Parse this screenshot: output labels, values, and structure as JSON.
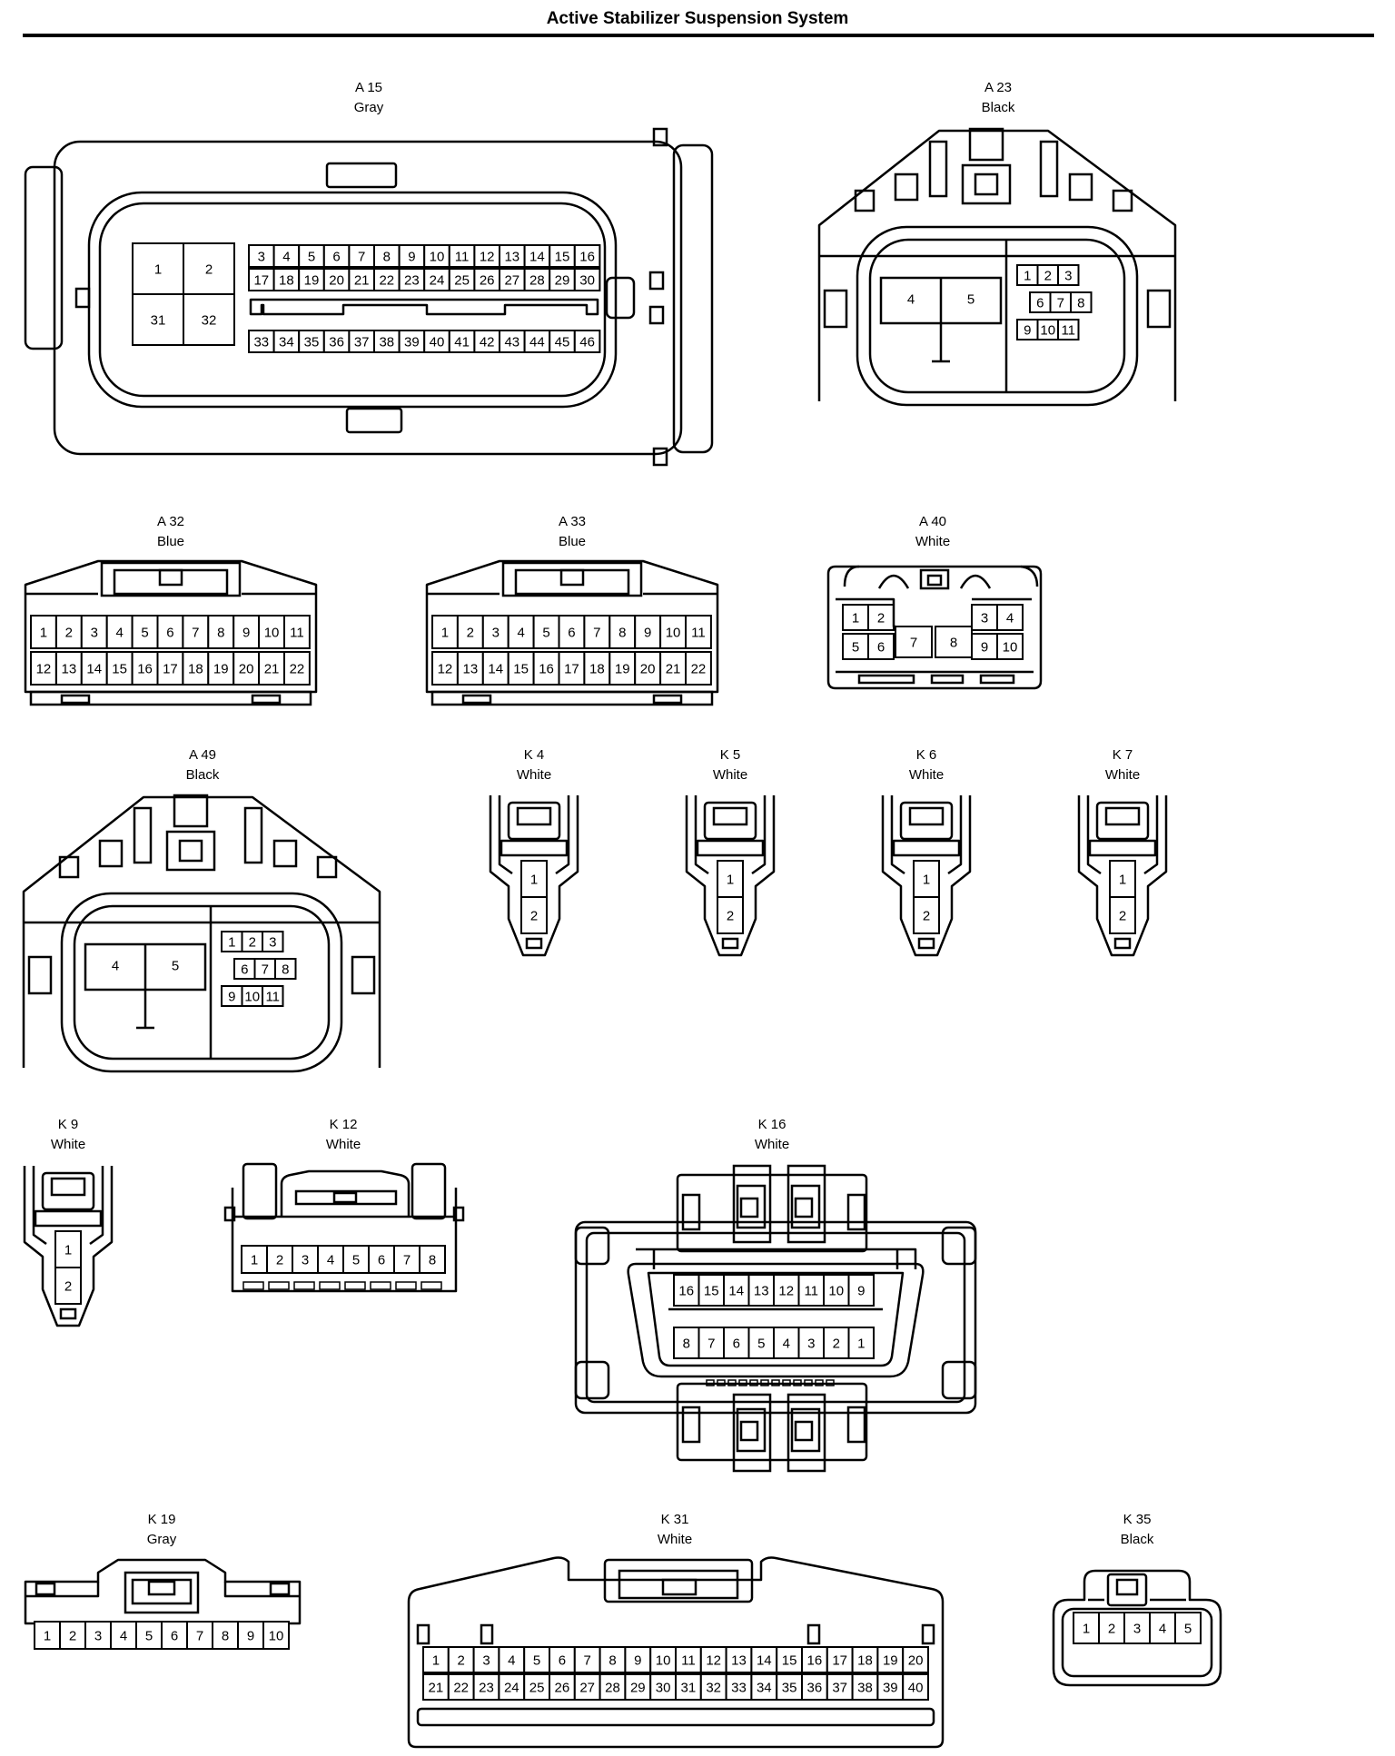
{
  "title": "Active Stabilizer Suspension System",
  "connectors": [
    {
      "id": "A15",
      "code": "A 15",
      "color": "Gray"
    },
    {
      "id": "A23",
      "code": "A 23",
      "color": "Black"
    },
    {
      "id": "A32",
      "code": "A 32",
      "color": "Blue"
    },
    {
      "id": "A33",
      "code": "A 33",
      "color": "Blue"
    },
    {
      "id": "A40",
      "code": "A 40",
      "color": "White"
    },
    {
      "id": "A49",
      "code": "A 49",
      "color": "Black"
    },
    {
      "id": "K4",
      "code": "K 4",
      "color": "White"
    },
    {
      "id": "K5",
      "code": "K 5",
      "color": "White"
    },
    {
      "id": "K6",
      "code": "K 6",
      "color": "White"
    },
    {
      "id": "K7",
      "code": "K 7",
      "color": "White"
    },
    {
      "id": "K9",
      "code": "K 9",
      "color": "White"
    },
    {
      "id": "K12",
      "code": "K 12",
      "color": "White"
    },
    {
      "id": "K16",
      "code": "K 16",
      "color": "White"
    },
    {
      "id": "K19",
      "code": "K 19",
      "color": "Gray"
    },
    {
      "id": "K31",
      "code": "K 31",
      "color": "White"
    },
    {
      "id": "K35",
      "code": "K 35",
      "color": "Black"
    }
  ],
  "pins": {
    "A15": {
      "big": [
        "1",
        "2",
        "31",
        "32"
      ],
      "row1": [
        "3",
        "4",
        "5",
        "6",
        "7",
        "8",
        "9",
        "10",
        "11",
        "12",
        "13",
        "14",
        "15",
        "16"
      ],
      "row2": [
        "17",
        "18",
        "19",
        "20",
        "21",
        "22",
        "23",
        "24",
        "25",
        "26",
        "27",
        "28",
        "29",
        "30"
      ],
      "row3": [
        "33",
        "34",
        "35",
        "36",
        "37",
        "38",
        "39",
        "40",
        "41",
        "42",
        "43",
        "44",
        "45",
        "46"
      ]
    },
    "A23": {
      "big": [
        "4",
        "5"
      ],
      "row1": [
        "1",
        "2",
        "3"
      ],
      "row2": [
        "6",
        "7",
        "8"
      ],
      "row3": [
        "9",
        "10",
        "11"
      ]
    },
    "A32": {
      "row1": [
        "1",
        "2",
        "3",
        "4",
        "5",
        "6",
        "7",
        "8",
        "9",
        "10",
        "11"
      ],
      "row2": [
        "12",
        "13",
        "14",
        "15",
        "16",
        "17",
        "18",
        "19",
        "20",
        "21",
        "22"
      ]
    },
    "A33": {
      "row1": [
        "1",
        "2",
        "3",
        "4",
        "5",
        "6",
        "7",
        "8",
        "9",
        "10",
        "11"
      ],
      "row2": [
        "12",
        "13",
        "14",
        "15",
        "16",
        "17",
        "18",
        "19",
        "20",
        "21",
        "22"
      ]
    },
    "A40": {
      "left": [
        "1",
        "2",
        "5",
        "6"
      ],
      "mid": [
        "7",
        "8"
      ],
      "right": [
        "3",
        "4",
        "9",
        "10"
      ]
    },
    "A49": {
      "big": [
        "4",
        "5"
      ],
      "row1": [
        "1",
        "2",
        "3"
      ],
      "row2": [
        "6",
        "7",
        "8"
      ],
      "row3": [
        "9",
        "10",
        "11"
      ]
    },
    "K4": [
      "1",
      "2"
    ],
    "K5": [
      "1",
      "2"
    ],
    "K6": [
      "1",
      "2"
    ],
    "K7": [
      "1",
      "2"
    ],
    "K9": [
      "1",
      "2"
    ],
    "K12": [
      "1",
      "2",
      "3",
      "4",
      "5",
      "6",
      "7",
      "8"
    ],
    "K16": {
      "row1": [
        "16",
        "15",
        "14",
        "13",
        "12",
        "11",
        "10",
        "9"
      ],
      "row2": [
        "8",
        "7",
        "6",
        "5",
        "4",
        "3",
        "2",
        "1"
      ]
    },
    "K19": [
      "1",
      "2",
      "3",
      "4",
      "5",
      "6",
      "7",
      "8",
      "9",
      "10"
    ],
    "K31": {
      "row1": [
        "1",
        "2",
        "3",
        "4",
        "5",
        "6",
        "7",
        "8",
        "9",
        "10",
        "11",
        "12",
        "13",
        "14",
        "15",
        "16",
        "17",
        "18",
        "19",
        "20"
      ],
      "row2": [
        "21",
        "22",
        "23",
        "24",
        "25",
        "26",
        "27",
        "28",
        "29",
        "30",
        "31",
        "32",
        "33",
        "34",
        "35",
        "36",
        "37",
        "38",
        "39",
        "40"
      ]
    },
    "K35": [
      "1",
      "2",
      "3",
      "4",
      "5"
    ]
  }
}
